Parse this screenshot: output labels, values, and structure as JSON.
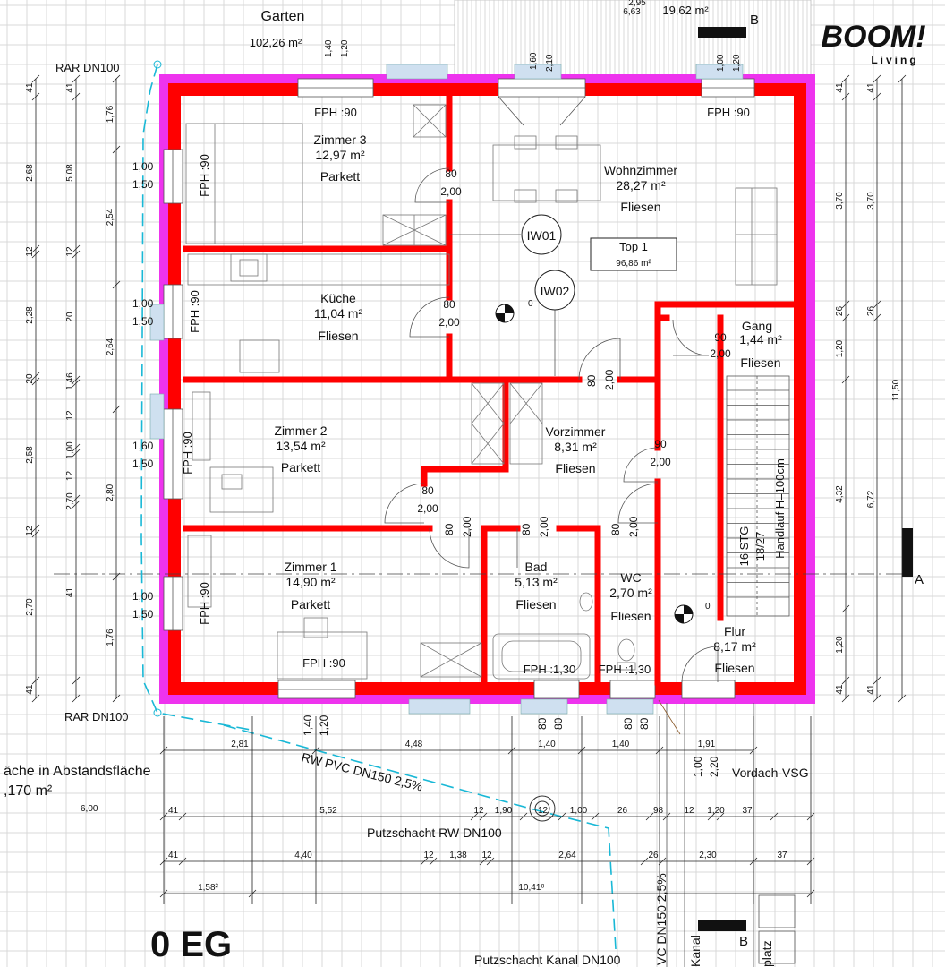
{
  "brand": {
    "logo_text": "BOOM!",
    "logo_sub": "Living"
  },
  "floor_label": "0 EG",
  "unit": {
    "name": "Top 1",
    "area": "96,86 m²"
  },
  "rooms": [
    {
      "name": "Zimmer 3",
      "area": "12,97 m²",
      "floor": "Parkett"
    },
    {
      "name": "Wohnzimmer",
      "area": "28,27 m²",
      "floor": "Fliesen"
    },
    {
      "name": "Küche",
      "area": "11,04 m²",
      "floor": "Fliesen"
    },
    {
      "name": "Gang",
      "area": "1,44 m²",
      "floor": "Fliesen"
    },
    {
      "name": "Zimmer 2",
      "area": "13,54 m²",
      "floor": "Parkett"
    },
    {
      "name": "Vorzimmer",
      "area": "8,31 m²",
      "floor": "Fliesen"
    },
    {
      "name": "Zimmer 1",
      "area": "14,90 m²",
      "floor": "Parkett"
    },
    {
      "name": "Bad",
      "area": "5,13 m²",
      "floor": "Fliesen"
    },
    {
      "name": "WC",
      "area": "2,70 m²",
      "floor": "Fliesen"
    },
    {
      "name": "Flur",
      "area": "8,17 m²",
      "floor": "Fliesen"
    }
  ],
  "outside": {
    "garden_name": "Garten",
    "garden_area": "102,26 m²",
    "terrace_area": "19,62 m²",
    "terrace_dim": "6,63",
    "terrace_dim2": "2,95",
    "abstand_text": "äche in Abstandsfläche",
    "abstand_area": ",170 m²",
    "vordach": "Vordach-VSG",
    "putz_rw": "Putzschacht RW DN100",
    "putz_kanal": "Putzschacht Kanal DN100",
    "rw_pipe": "RW PVC DN150 2,5%",
    "rar_top": "RAR DN100",
    "rar_bottom": "RAR DN100",
    "kanal_pipe": "VC DN150 2,5%",
    "kanal_side": "Kanal",
    "platz": "platz"
  },
  "markers": {
    "iw01": "IW01",
    "iw02": "IW02",
    "section_a": "A",
    "section_b": "B",
    "zero": "0"
  },
  "stairs": {
    "steps": "16 STG",
    "ratio": "18/27",
    "handrail": "Handlauf H=100cm"
  },
  "windows": {
    "fph90": "FPH :90",
    "fph130": "FPH :1,30",
    "top_w1": [
      "1,40",
      "1,20"
    ],
    "top_w2": [
      "1,60",
      "2,10"
    ],
    "top_w3": [
      "1,00",
      "1,20"
    ],
    "left_w": [
      "1,00",
      "1,50"
    ],
    "left_w_z2": [
      "1,60",
      "1,50"
    ],
    "bot_w": [
      "1,40",
      "1,20"
    ],
    "bot_bath": [
      "80",
      "80"
    ],
    "entry": [
      "1,00",
      "2,20"
    ]
  },
  "doors": {
    "d80": "80",
    "d90": "90",
    "h200": "2,00"
  },
  "dims_left_outer": [
    "41",
    "2,68",
    "12",
    "2,28",
    "20",
    "2,58",
    "12",
    "2,70",
    "41"
  ],
  "dims_left_mid": [
    "41",
    "5,08",
    "12",
    "20",
    "1,46",
    "12",
    "1,00",
    "12",
    "2,70",
    "41"
  ],
  "dims_left_inner": [
    "1,76",
    "2,54",
    "2,64",
    "2,80",
    "1,76"
  ],
  "dims_right_inner": [
    "41",
    "3,70",
    "26",
    "1,20",
    "4,32",
    "1,20",
    "41"
  ],
  "dims_right_mid": [
    "41",
    "3,70",
    "26",
    "6,72",
    "41"
  ],
  "dims_right_outer": "11,50",
  "dims_bottom_1": [
    "2,81",
    "4,48",
    "1,40",
    "1,40",
    "1,91"
  ],
  "dims_bottom_2": [
    "41",
    "5,52",
    "12",
    "1,90",
    "12",
    "1,00",
    "26",
    "98",
    "12",
    "1,20",
    "37"
  ],
  "dims_bottom_3": [
    "41",
    "4,40",
    "12",
    "1,38",
    "12",
    "2,64",
    "26",
    "2,30",
    "37"
  ],
  "dims_bottom_4": [
    "1,58²",
    "10,41⁸"
  ],
  "dims_misc": {
    "six": "6,00"
  },
  "colors": {
    "wall": "#ff0000",
    "wall_edge": "#cc0000",
    "insulation": "#ee33ee",
    "window": "#cfe0f0",
    "logo": "#111111"
  }
}
